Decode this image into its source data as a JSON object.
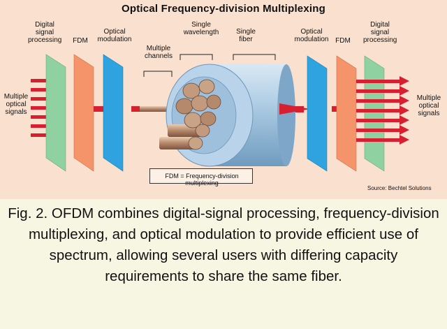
{
  "diagram": {
    "title": "Optical Frequency-division Multiplexing",
    "labels": {
      "left_dsp": "Digital\nsignal\nprocessing",
      "left_fdm": "FDM",
      "left_optmod": "Optical\nmodulation",
      "multiple_channels": "Multiple\nchannels",
      "single_wavelength": "Single\nwavelength",
      "single_fiber": "Single\nfiber",
      "right_optmod": "Optical\nmodulation",
      "right_fdm": "FDM",
      "right_dsp": "Digital\nsignal\nprocessing",
      "input_signals": "Multiple\noptical\nsignals",
      "output_signals": "Multiple\noptical\nsignals"
    },
    "legend": "FDM = Frequency-division multiplexing",
    "source": "Source: Bechtel Solutions",
    "colors": {
      "background": "#fae1cf",
      "dsp_panel": "#8fd1a0",
      "fdm_panel": "#f5946b",
      "optmod_panel": "#2ea3df",
      "arrow": "#d81f2f",
      "fiber": "#a5c6e0",
      "channels": "#b08468"
    }
  },
  "caption": {
    "text": "Fig. 2. OFDM combines digital-signal processing, frequency-division multiplexing, and optical modulation to provide efficient use of spectrum, allowing several users with differing capacity requirements to share the same fiber."
  }
}
